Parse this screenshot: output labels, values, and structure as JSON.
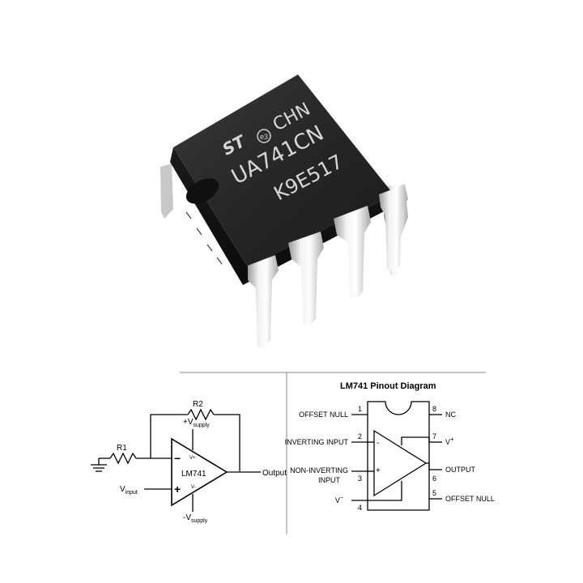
{
  "chip": {
    "marking_line1": "CHN",
    "marking_line2": "UA741CN",
    "marking_line3": "K9E517",
    "logo_text": "ST",
    "logo_badge": "e3"
  },
  "circuit": {
    "r2_label": "R2",
    "r1_label": "R1",
    "opamp_label": "LM741",
    "vplus_pin": "V+",
    "vminus_pin": "V-",
    "minus_sign": "−",
    "plus_sign": "+",
    "vsupply_pos": "+V",
    "vsupply_neg": "-V",
    "supply_sub": "supply",
    "vinput": "V",
    "vinput_sub": "input",
    "output_label": "Output"
  },
  "pinout": {
    "title": "LM741 Pinout Diagram",
    "pins": {
      "p1": {
        "name": "OFFSET NULL",
        "num": "1"
      },
      "p2": {
        "name": "INVERTING INPUT",
        "num": "2"
      },
      "p3": {
        "name_line1": "NON-INVERTING",
        "name_line2": "INPUT",
        "num": "3"
      },
      "p4": {
        "name": "V",
        "sup": "−",
        "num": "4"
      },
      "p5": {
        "name": "OFFSET NULL",
        "num": "5"
      },
      "p6": {
        "name": "OUTPUT",
        "num": "6"
      },
      "p7": {
        "name": "V",
        "sup": "+",
        "num": "7"
      },
      "p8": {
        "name": "NC",
        "num": "8"
      }
    },
    "minus_sign": "-",
    "plus_sign": "+"
  }
}
